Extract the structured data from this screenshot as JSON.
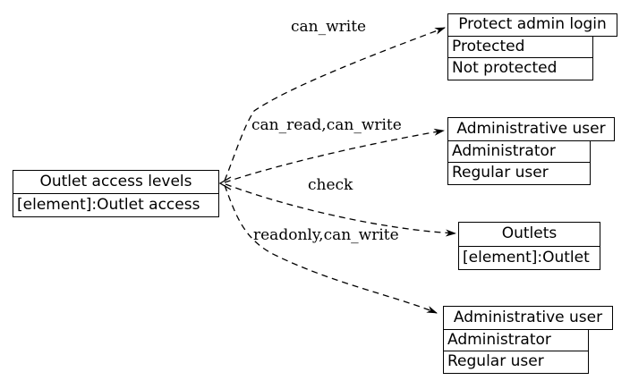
{
  "diagram": {
    "background_color": "#ffffff",
    "line_color": "#000000",
    "nodes": [
      {
        "id": "outlet-access-levels",
        "title": "Outlet access levels",
        "rows": [
          "[element]:Outlet access"
        ]
      },
      {
        "id": "protect-admin-login",
        "title": "Protect admin login",
        "rows": [
          "Protected",
          "Not protected"
        ]
      },
      {
        "id": "administrative-user-top",
        "title": "Administrative user",
        "rows": [
          "Administrator",
          "Regular user"
        ]
      },
      {
        "id": "outlets",
        "title": "Outlets",
        "rows": [
          "[element]:Outlet"
        ]
      },
      {
        "id": "administrative-user-bottom",
        "title": "Administrative user",
        "rows": [
          "Administrator",
          "Regular user"
        ]
      }
    ],
    "edges": [
      {
        "label": "can_write",
        "from": "outlet-access-levels",
        "to": "protect-admin-login"
      },
      {
        "label": "can_read,can_write",
        "from": "outlet-access-levels",
        "to": "administrative-user-top"
      },
      {
        "label": "check",
        "from": "outlet-access-levels",
        "to": "outlets"
      },
      {
        "label": "readonly,can_write",
        "from": "outlet-access-levels",
        "to": "administrative-user-bottom"
      }
    ]
  }
}
